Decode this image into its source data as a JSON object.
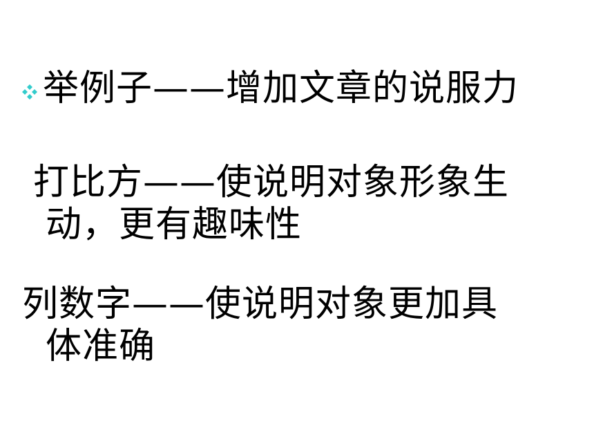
{
  "slide": {
    "bullet_icon": "four-diamond-bullet-icon",
    "bullet_color": "#33CCCC",
    "lines": [
      "举例子——增加文章的说服力",
      "打比方——使说明对象形象生",
      "动，更有趣味性",
      "列数字——使说明对象更加具",
      "体准确"
    ]
  }
}
